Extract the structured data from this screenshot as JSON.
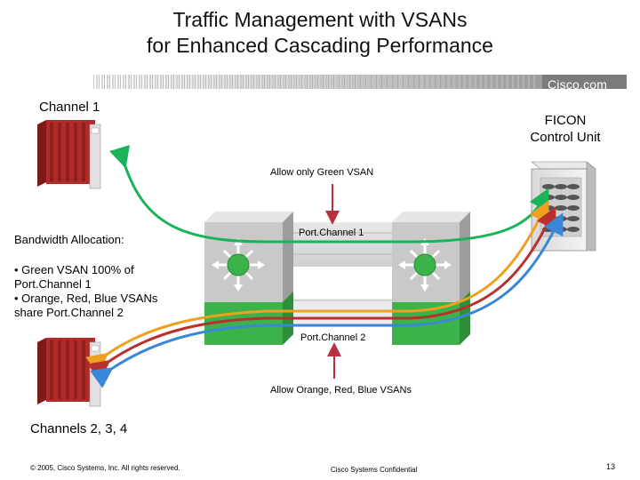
{
  "title": {
    "line1": "Traffic Management with VSANs",
    "line2": "for Enhanced Cascading Performance"
  },
  "brand": "Cisco.com",
  "labels": {
    "channel1": "Channel 1",
    "ficon_line1": "FICON",
    "ficon_line2": "Control Unit",
    "allow_green": "Allow only Green VSAN",
    "port_channel_1": "Port.Channel 1",
    "port_channel_2": "Port.Channel 2",
    "allow_others": "Allow Orange, Red, Blue VSANs",
    "channels_234": "Channels 2, 3, 4",
    "bandwidth_heading": "Bandwidth Allocation:",
    "bandwidth_items": [
      "• Green VSAN 100% of Port.Channel 1",
      "• Orange, Red, Blue VSANs share Port.Channel 2"
    ]
  },
  "footer": {
    "copyright": "© 2005, Cisco Systems, Inc. All rights reserved.",
    "confidential": "Cisco Systems Confidential",
    "page": "13"
  },
  "colors": {
    "green_vsan": "#19b35a",
    "orange_vsan": "#f0a020",
    "red_vsan": "#b8312f",
    "blue_vsan": "#3a86d8",
    "switch_green": "#3cb34a"
  },
  "icons": [
    "mainframe-icon",
    "switch-icon",
    "storage-control-unit-icon",
    "arrow-icon"
  ]
}
